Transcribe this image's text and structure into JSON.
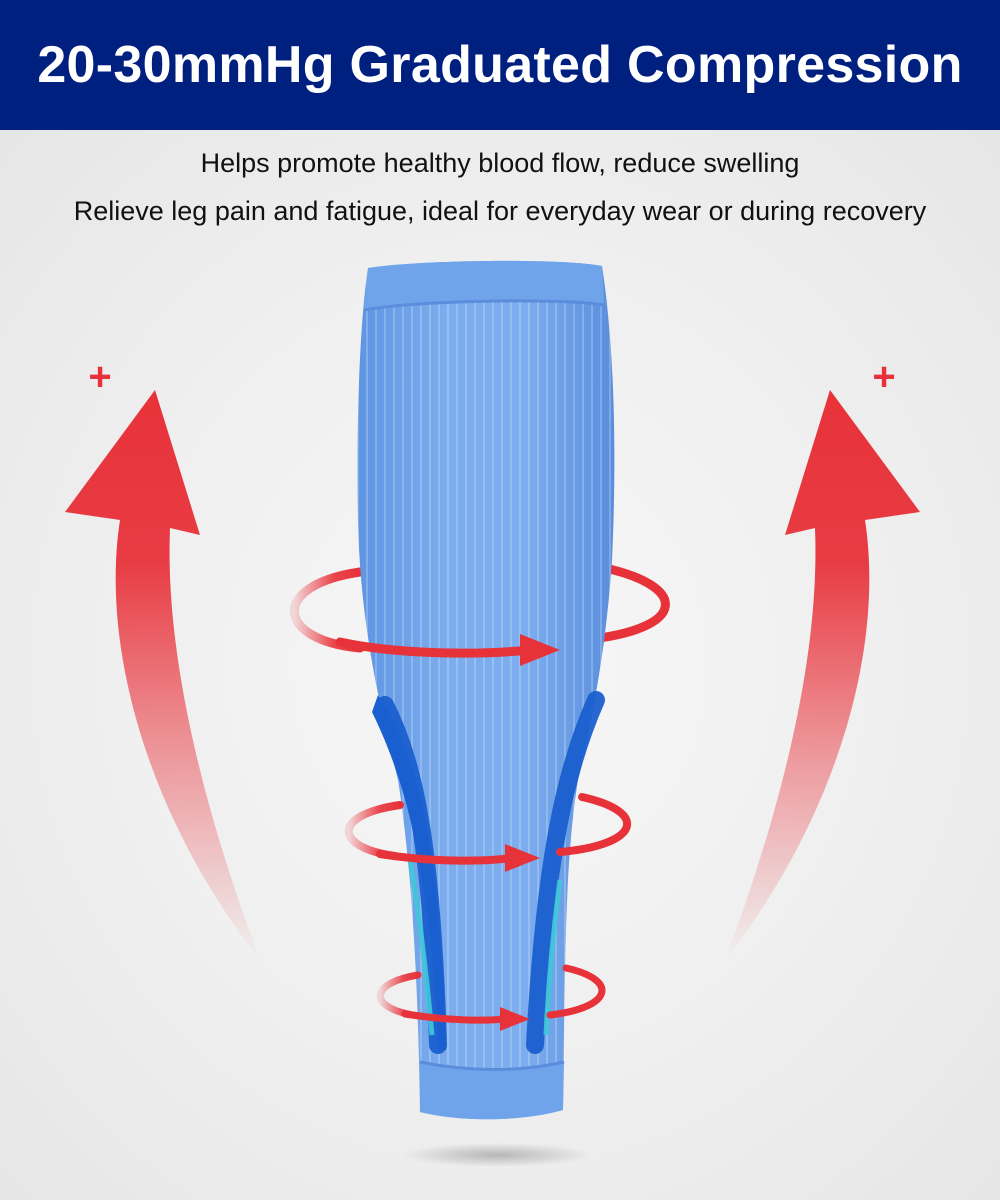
{
  "banner": {
    "title": "20-30mmHg Graduated Compression"
  },
  "taglines": [
    "Helps promote healthy blood flow, reduce swelling",
    "Relieve leg pain and fatigue, ideal for everyday wear or during recovery"
  ],
  "colors": {
    "banner_background": "#002080",
    "sleeve_main": "#6FA3EA",
    "sleeve_stripe": "#1A5FCF",
    "sleeve_accent": "#3FC6D8",
    "arrow_red": "#E8323A",
    "text": "#111111"
  },
  "illustration": {
    "left_arrow": {
      "icon": "upward-curved-arrow-icon",
      "label": "+"
    },
    "right_arrow": {
      "icon": "upward-curved-arrow-icon",
      "label": "+"
    },
    "compression_rings": [
      "upper-ring-arrow-icon",
      "middle-ring-arrow-icon",
      "lower-ring-arrow-icon"
    ],
    "product": "compression-sleeve"
  }
}
